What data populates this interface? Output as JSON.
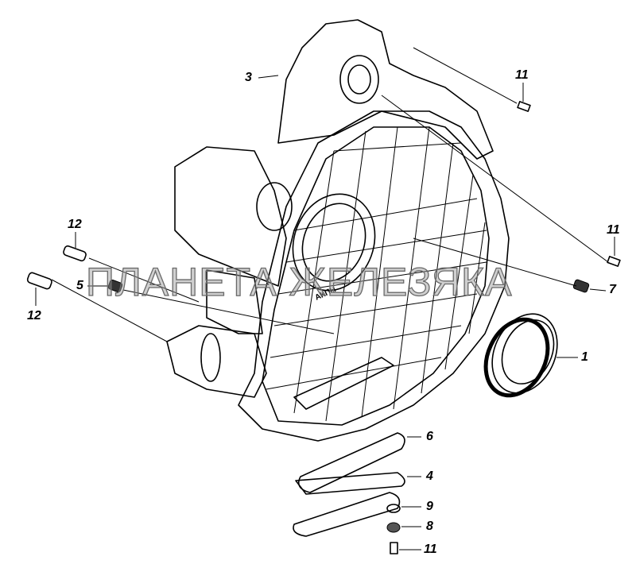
{
  "watermark": "ПЛАНЕТА ЖЕЛЕЗЯКА",
  "casting_mark": "АКПН",
  "callouts": [
    {
      "id": "c3",
      "label": "3"
    },
    {
      "id": "c11a",
      "label": "11"
    },
    {
      "id": "c11b",
      "label": "11"
    },
    {
      "id": "c12a",
      "label": "12"
    },
    {
      "id": "c5",
      "label": "5"
    },
    {
      "id": "c12b",
      "label": "12"
    },
    {
      "id": "c7",
      "label": "7"
    },
    {
      "id": "c1",
      "label": "1"
    },
    {
      "id": "c6",
      "label": "6"
    },
    {
      "id": "c4",
      "label": "4"
    },
    {
      "id": "c9",
      "label": "9"
    },
    {
      "id": "c8",
      "label": "8"
    },
    {
      "id": "c11c",
      "label": "11"
    }
  ]
}
